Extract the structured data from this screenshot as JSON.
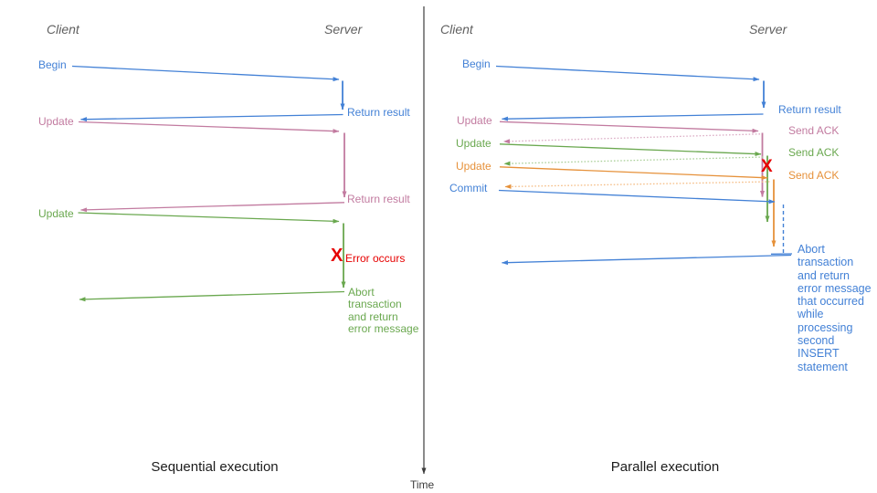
{
  "palette": {
    "blue": "#4381d6",
    "pink": "#c27ba0",
    "green": "#6aa84f",
    "orange": "#e6913a",
    "pink_light": "#dcaec6",
    "green_light": "#abd09a",
    "orange_light": "#f5bd85",
    "red": "#e60000",
    "header": "#606060",
    "caption": "#1c1c1c",
    "axis": "#3c3c3c"
  },
  "icons": {
    "error_x": "X"
  },
  "time_axis": {
    "label": "Time"
  },
  "left": {
    "caption": "Sequential execution",
    "client_header": "Client",
    "server_header": "Server",
    "labels": {
      "begin": "Begin",
      "return_result_1": "Return result",
      "update_1": "Update",
      "return_result_2": "Return result",
      "update_2": "Update",
      "error": "Error occurs",
      "abort": "Abort transaction and return error message"
    }
  },
  "right": {
    "caption": "Parallel execution",
    "client_header": "Client",
    "server_header": "Server",
    "labels": {
      "begin": "Begin",
      "return_result": "Return result",
      "update_1": "Update",
      "send_ack_1": "Send ACK",
      "update_2": "Update",
      "send_ack_2": "Send ACK",
      "update_3": "Update",
      "send_ack_3": "Send ACK",
      "commit": "Commit",
      "abort": "Abort transaction and return error message that occurred while processing second INSERT statement"
    }
  }
}
